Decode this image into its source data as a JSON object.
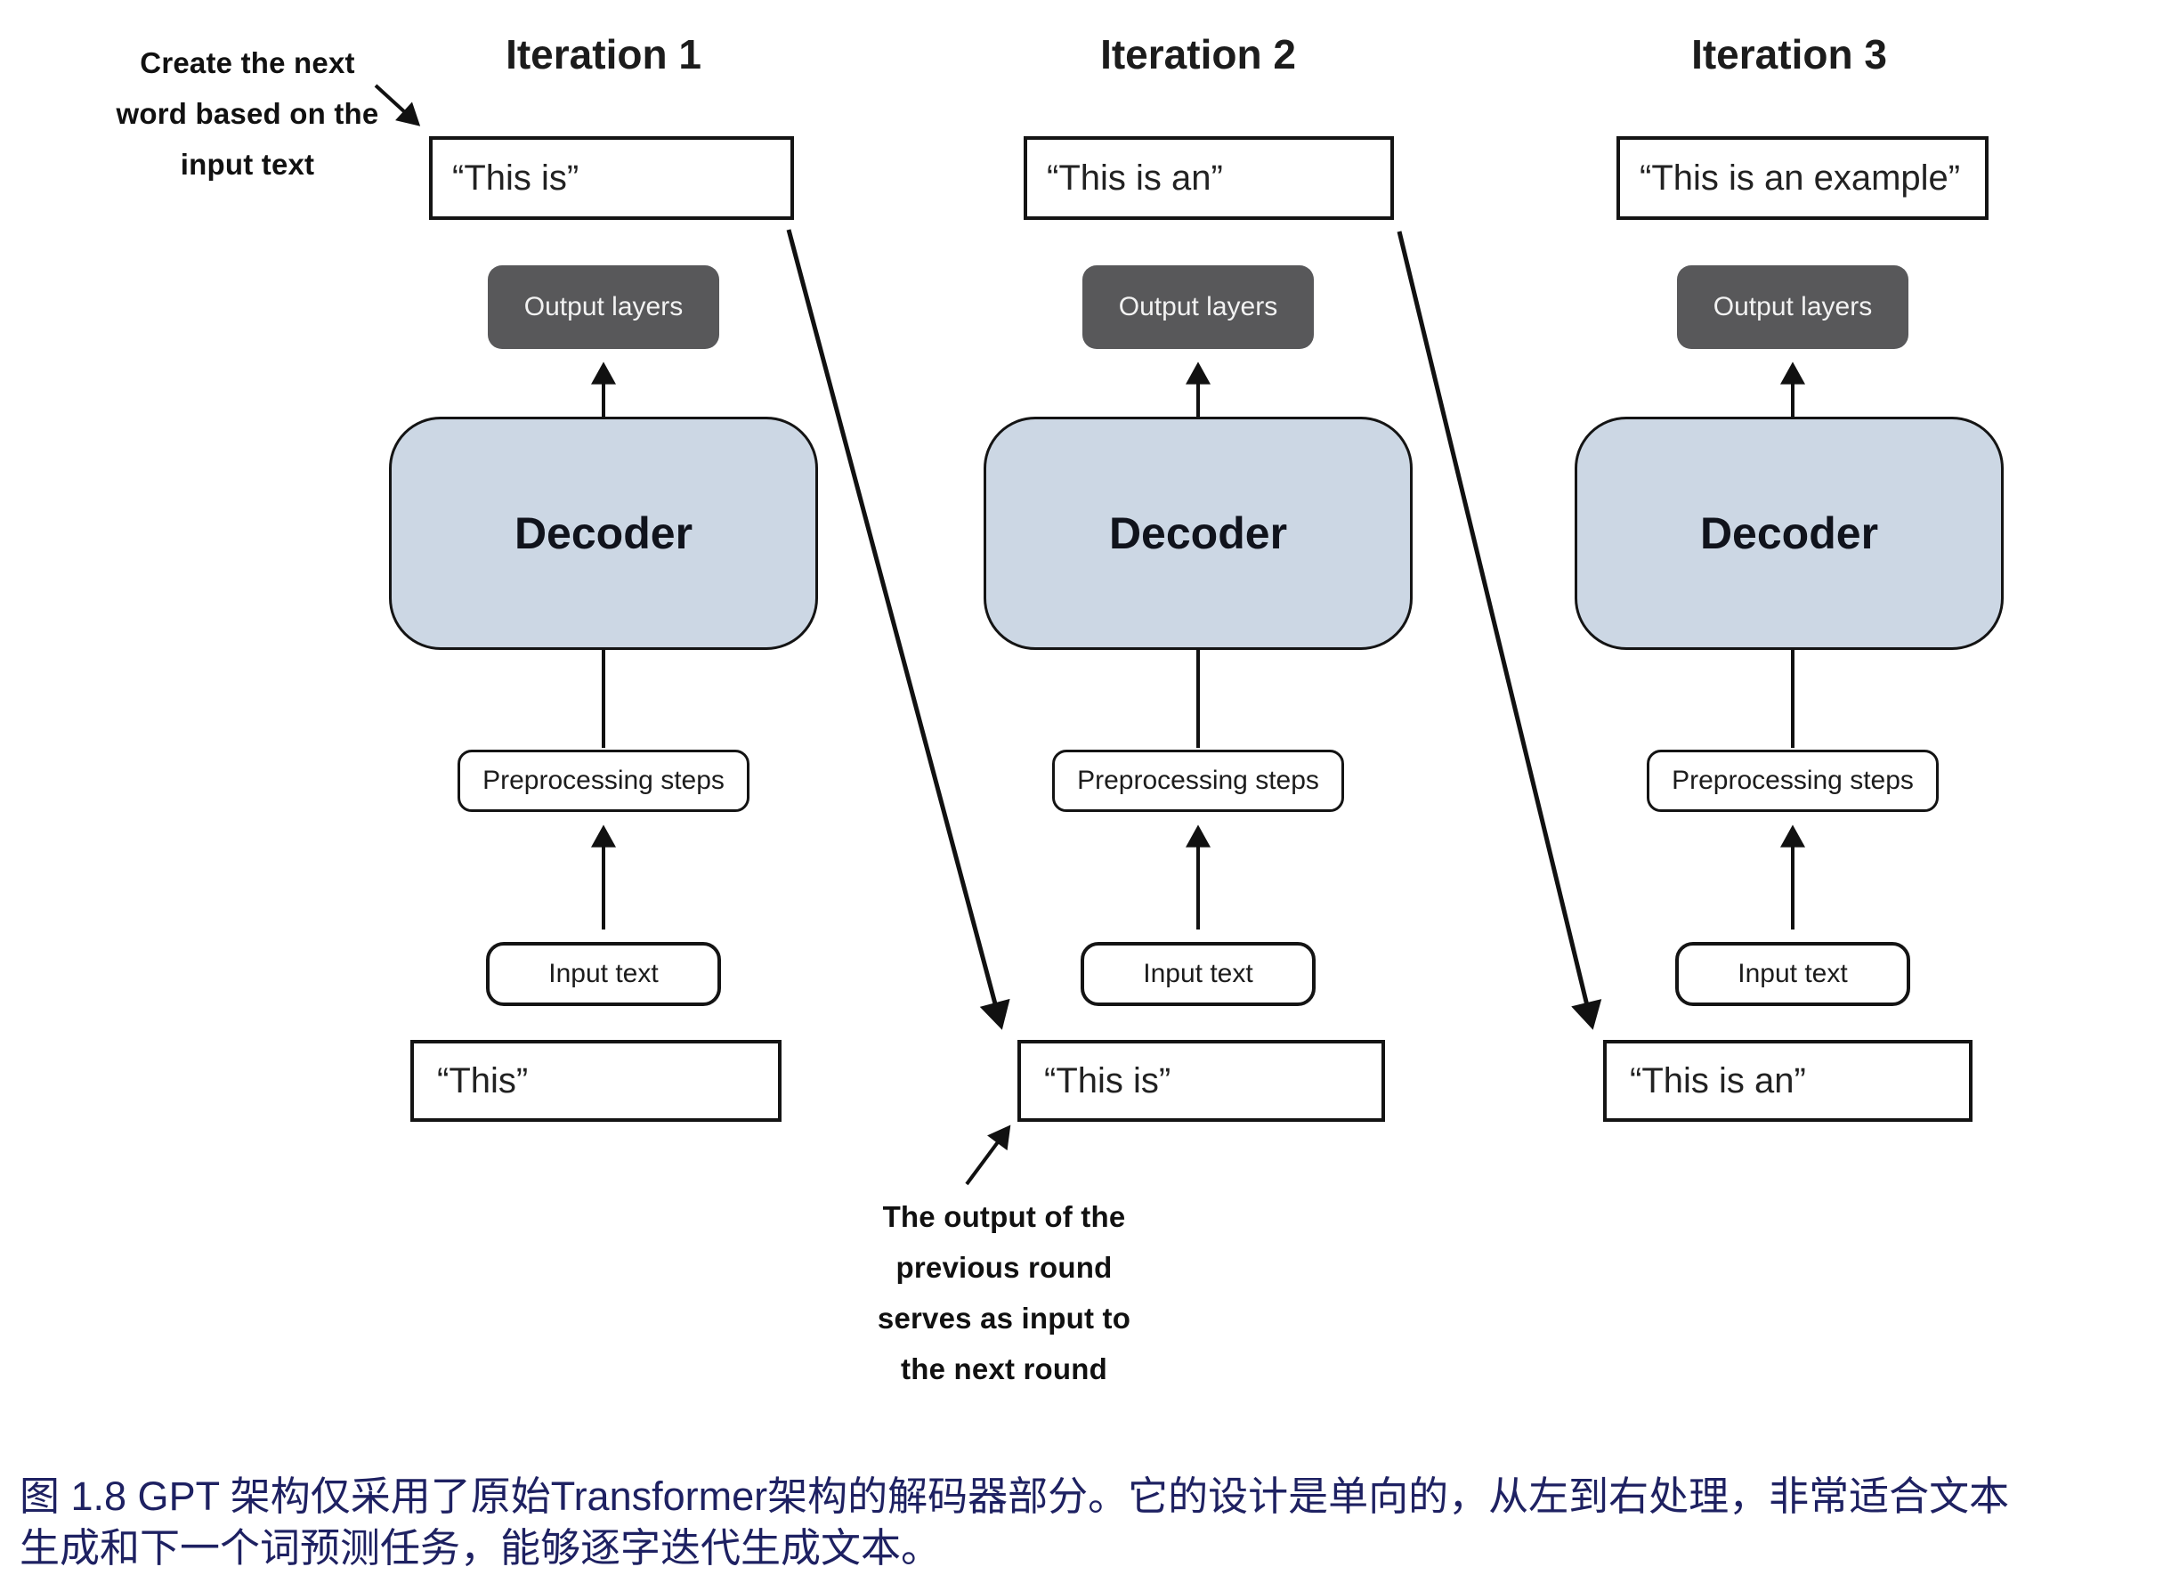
{
  "annotations": {
    "top_left": {
      "lines": [
        "Create the next",
        "word based on the",
        "input text"
      ]
    },
    "bottom": {
      "lines": [
        "The output of the",
        "previous round",
        "serves as input to",
        "the next round"
      ]
    }
  },
  "columns": [
    {
      "header": "Iteration 1",
      "output_text": "“This is”",
      "output_layers_label": "Output layers",
      "decoder_label": "Decoder",
      "preprocessing_label": "Preprocessing steps",
      "input_box_label": "Input text",
      "input_text": "“This”"
    },
    {
      "header": "Iteration 2",
      "output_text": "“This is an”",
      "output_layers_label": "Output layers",
      "decoder_label": "Decoder",
      "preprocessing_label": "Preprocessing steps",
      "input_box_label": "Input text",
      "input_text": "“This is”"
    },
    {
      "header": "Iteration 3",
      "output_text": "“This is an example”",
      "output_layers_label": "Output layers",
      "decoder_label": "Decoder",
      "preprocessing_label": "Preprocessing steps",
      "input_box_label": "Input text",
      "input_text": "“This is an”"
    }
  ],
  "caption": {
    "lines": [
      "图 1.8  GPT 架构仅采用了原始Transformer架构的解码器部分。它的设计是单向的，从左到右处理，非常适合文本",
      "生成和下一个词预测任务，能够逐字迭代生成文本。"
    ]
  },
  "colors": {
    "decoder_fill": "#ccd7e4",
    "output_layers_fill": "#58585a",
    "output_layers_text": "#f2f2f2",
    "caption_text": "#1e2162",
    "line_color": "#111111"
  }
}
